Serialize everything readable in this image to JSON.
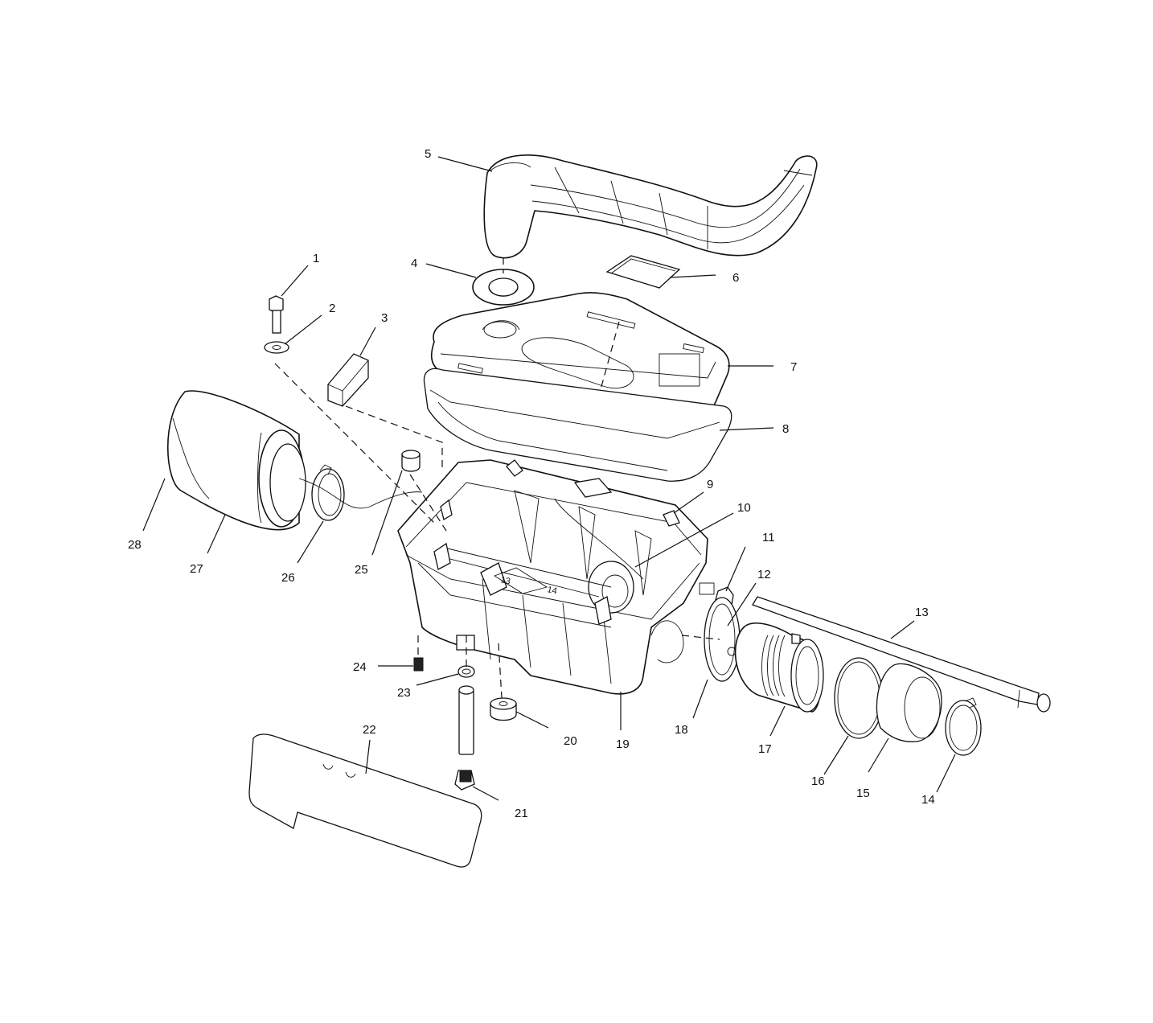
{
  "diagram": {
    "type": "exploded-parts-diagram",
    "callouts": [
      "1",
      "2",
      "3",
      "4",
      "5",
      "6",
      "7",
      "8",
      "9",
      "10",
      "11",
      "12",
      "13",
      "14",
      "15",
      "16",
      "17",
      "18",
      "19",
      "20",
      "21",
      "22",
      "23",
      "24",
      "25",
      "26",
      "27",
      "28"
    ],
    "inline_marks": [
      "13",
      "14"
    ]
  }
}
